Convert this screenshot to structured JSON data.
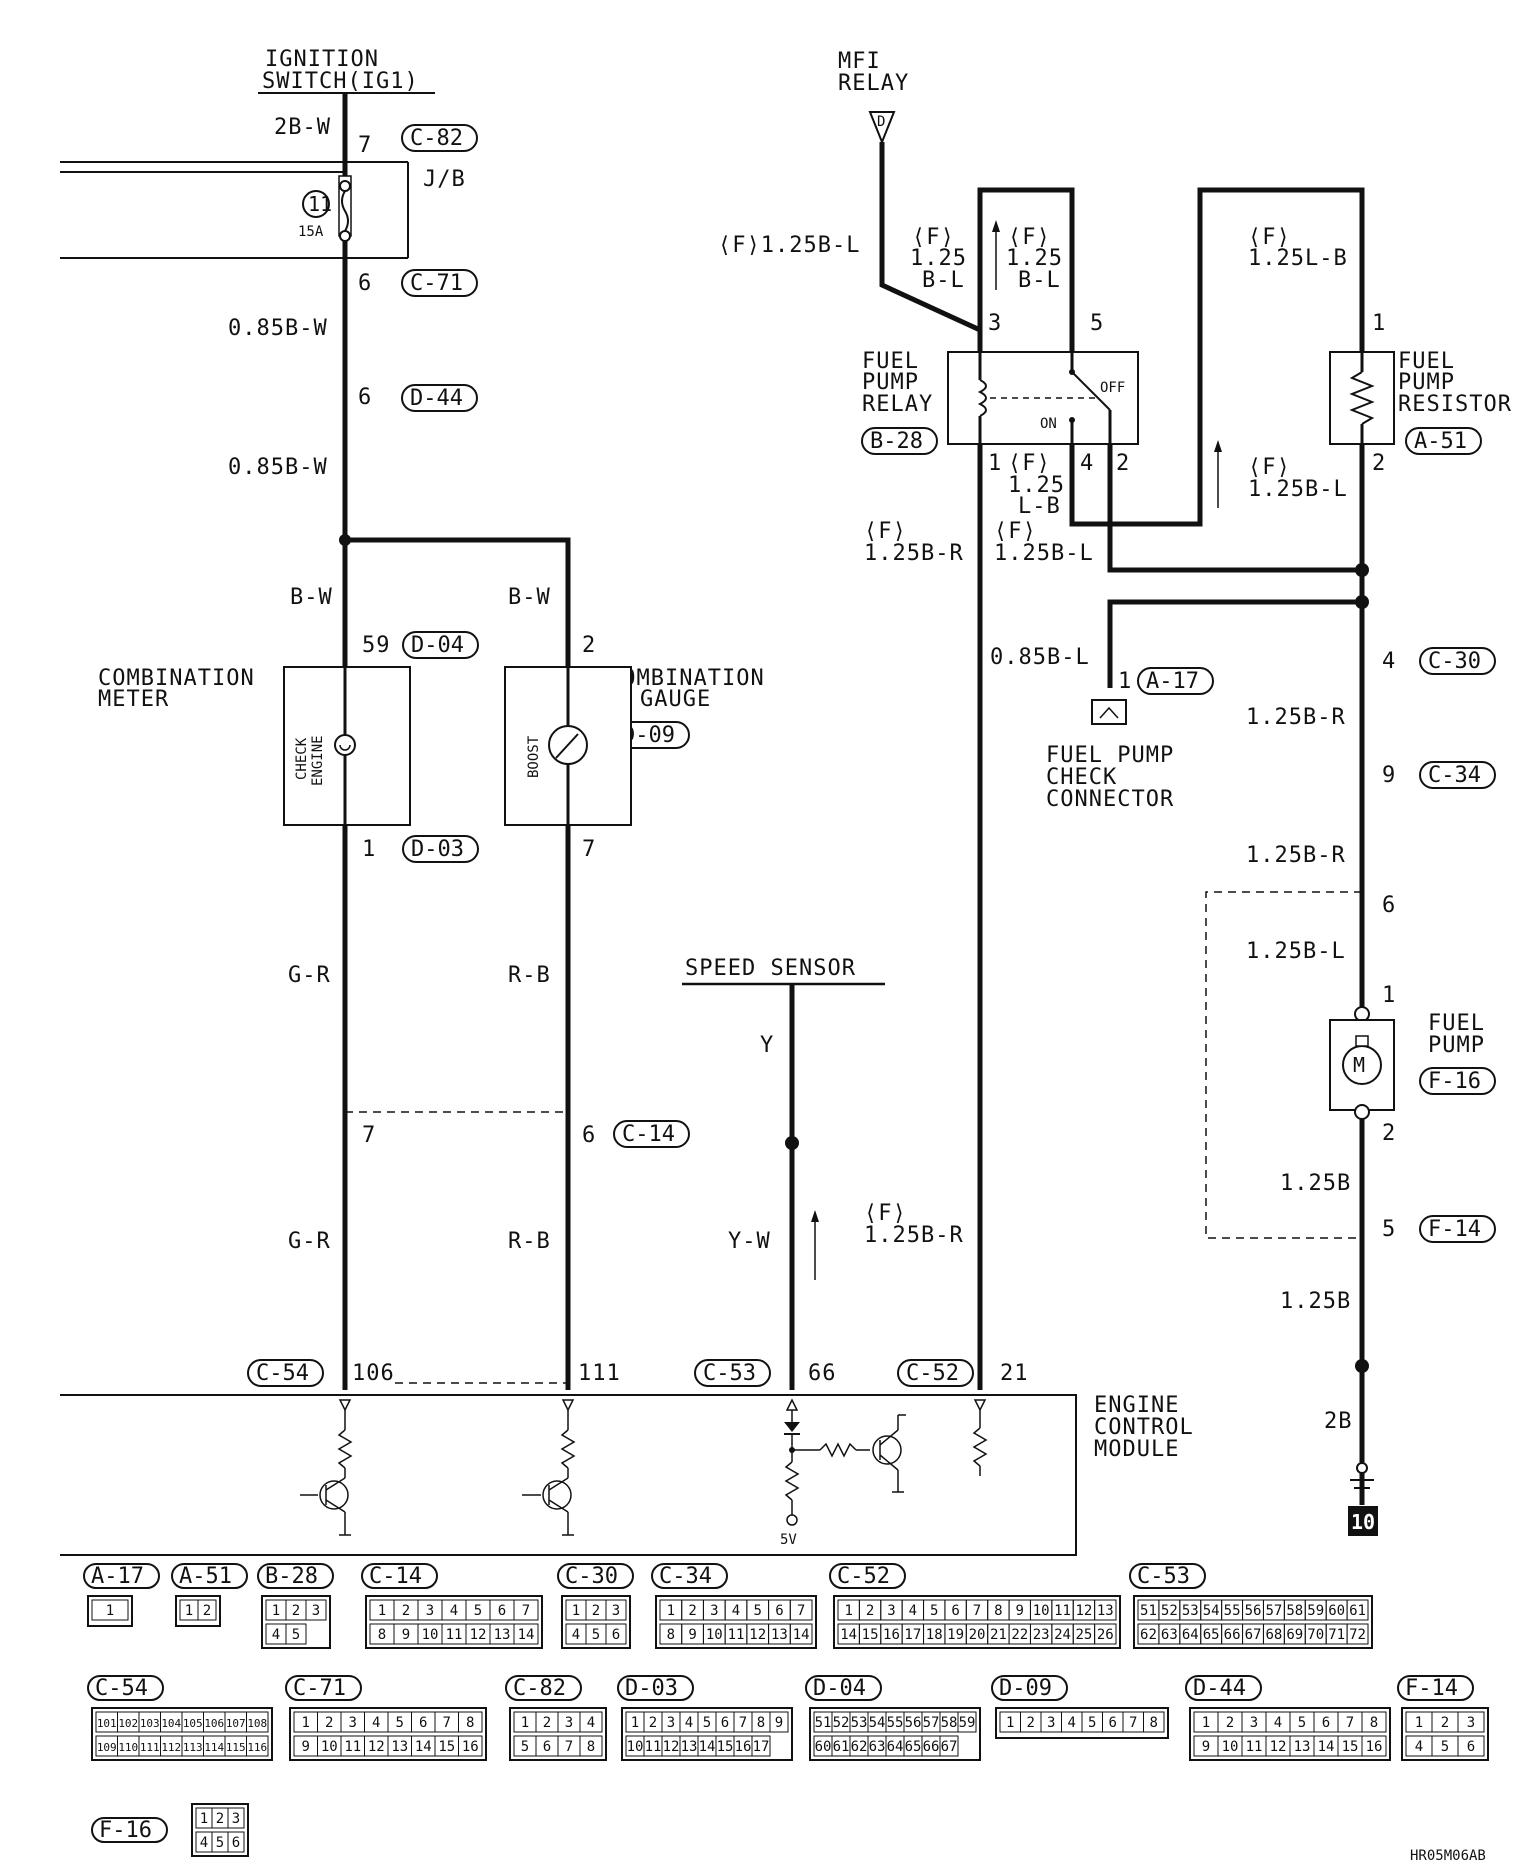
{
  "labels": {
    "ignition": "IGNITION",
    "switch_ig1": "SWITCH(IG1)",
    "jb": "J/B",
    "fuse_no": "11",
    "fuse_amp": "15A",
    "mfi": "MFI",
    "relay": "RELAY",
    "mfi_term": "D",
    "fuel": "FUEL",
    "pump": "PUMP",
    "relay_word": "RELAY",
    "resistor": "RESISTOR",
    "on": "ON",
    "off": "OFF",
    "combination": "COMBINATION",
    "meter": "METER",
    "gauge": "GAUGE",
    "check_engine_1": "CHECK",
    "check_engine_2": "ENGINE",
    "boost": "BOOST",
    "speed_sensor": "SPEED SENSOR",
    "fuel_pump_check_1": "FUEL PUMP",
    "fuel_pump_check_2": "CHECK",
    "fuel_pump_check_3": "CONNECTOR",
    "ecm_1": "ENGINE",
    "ecm_2": "CONTROL",
    "ecm_3": "MODULE",
    "motor": "M",
    "five_v": "5V",
    "ground_no": "10",
    "figure_code": "HR05M06AB"
  },
  "wires": {
    "w_2bw": "2B-W",
    "w_085bw_1": "0.85B-W",
    "w_085bw_2": "0.85B-W",
    "w_bw_1": "B-W",
    "w_bw_2": "B-W",
    "w_gr_1": "G-R",
    "w_gr_2": "G-R",
    "w_rb_1": "R-B",
    "w_rb_2": "R-B",
    "w_y": "Y",
    "w_yw": "Y-W",
    "w_f125bl": "⟨F⟩1.25B-L",
    "w_f125bl_a1": "⟨F⟩",
    "w_f125bl_a2": "1.25",
    "w_f125bl_a3": "B-L",
    "w_f125bl_b1": "⟨F⟩",
    "w_f125bl_b2": "1.25",
    "w_f125bl_b3": "B-L",
    "w_f125lb_1": "⟨F⟩",
    "w_f125lb_2": "1.25L-B",
    "w_f125lb2_1": "⟨F⟩",
    "w_f125lb2_2": "1.25",
    "w_f125lb2_3": "L-B",
    "w_f125bl_r1": "⟨F⟩",
    "w_f125bl_r2": "1.25B-L",
    "w_f125br_1": "⟨F⟩",
    "w_f125br_2": "1.25B-R",
    "w_f125bl_c1": "⟨F⟩",
    "w_f125bl_c2": "1.25B-L",
    "w_085bl": "0.85B-L",
    "w_125br_1": "1.25B-R",
    "w_125br_2": "1.25B-R",
    "w_125bl": "1.25B-L",
    "w_125b_1": "1.25B",
    "w_125b_2": "1.25B",
    "w_2b": "2B",
    "w_f125br_b1": "⟨F⟩",
    "w_f125br_b2": "1.25B-R"
  },
  "pins": {
    "p7": "7",
    "p6a": "6",
    "p6b": "6",
    "p59": "59",
    "p1a": "1",
    "p2a": "2",
    "p7b": "7",
    "p7c": "7",
    "p6c": "6",
    "p106": "106",
    "p111": "111",
    "p66": "66",
    "p21": "21",
    "p3": "3",
    "p5": "5",
    "p1b": "1",
    "p4": "4",
    "p2b": "2",
    "p1c": "1",
    "p2c": "2",
    "p1d": "1",
    "p4b": "4",
    "p9": "9",
    "p6d": "6",
    "p1e": "1",
    "p2d": "2",
    "p5b": "5"
  },
  "connectors": {
    "c82": "C-82",
    "c71": "C-71",
    "d44": "D-44",
    "d04": "D-04",
    "d09": "D-09",
    "d03": "D-03",
    "c14": "C-14",
    "c54": "C-54",
    "c53": "C-53",
    "c52": "C-52",
    "b28": "B-28",
    "a51": "A-51",
    "a17": "A-17",
    "c30": "C-30",
    "c34": "C-34",
    "f16": "F-16",
    "f14": "F-14"
  },
  "legend": {
    "row1": [
      {
        "id": "A-17",
        "cells": [
          "1"
        ]
      },
      {
        "id": "A-51",
        "cells": [
          "1",
          "2"
        ]
      },
      {
        "id": "B-28",
        "cells": [
          "1",
          "2",
          "3",
          "4",
          "5"
        ]
      },
      {
        "id": "C-14",
        "cells": [
          "1",
          "2",
          "3",
          "4",
          "5",
          "6",
          "7",
          "8",
          "9",
          "10",
          "11",
          "12",
          "13",
          "14"
        ]
      },
      {
        "id": "C-30",
        "cells": [
          "1",
          "2",
          "3",
          "4",
          "5",
          "6"
        ]
      },
      {
        "id": "C-34",
        "cells": [
          "1",
          "2",
          "3",
          "4",
          "5",
          "6",
          "7",
          "8",
          "9",
          "10",
          "11",
          "12",
          "13",
          "14"
        ]
      },
      {
        "id": "C-52",
        "cells": [
          "1",
          "2",
          "3",
          "4",
          "5",
          "6",
          "7",
          "8",
          "9",
          "10",
          "11",
          "12",
          "13",
          "14",
          "15",
          "16",
          "17",
          "18",
          "19",
          "20",
          "21",
          "22",
          "23",
          "24",
          "25",
          "26"
        ]
      },
      {
        "id": "C-53",
        "cells": [
          "51",
          "52",
          "53",
          "54",
          "55",
          "56",
          "57",
          "58",
          "59",
          "60",
          "61",
          "62",
          "63",
          "64",
          "65",
          "66",
          "67",
          "68",
          "69",
          "70",
          "71",
          "72"
        ]
      }
    ],
    "row2": [
      {
        "id": "C-54",
        "cells": [
          "101",
          "102",
          "103",
          "104",
          "105",
          "106",
          "107",
          "108",
          "109",
          "110",
          "111",
          "112",
          "113",
          "114",
          "115",
          "116"
        ]
      },
      {
        "id": "C-71",
        "cells": [
          "1",
          "2",
          "3",
          "4",
          "5",
          "6",
          "7",
          "8",
          "9",
          "10",
          "11",
          "12",
          "13",
          "14",
          "15",
          "16"
        ]
      },
      {
        "id": "C-82",
        "cells": [
          "1",
          "2",
          "3",
          "4",
          "5",
          "6",
          "7",
          "8"
        ]
      },
      {
        "id": "D-03",
        "cells": [
          "1",
          "2",
          "3",
          "4",
          "5",
          "6",
          "7",
          "8",
          "9",
          "10",
          "11",
          "12",
          "13",
          "14",
          "15",
          "16",
          "17"
        ]
      },
      {
        "id": "D-04",
        "cells": [
          "51",
          "52",
          "53",
          "54",
          "55",
          "56",
          "57",
          "58",
          "59",
          "60",
          "61",
          "62",
          "63",
          "64",
          "65",
          "66",
          "67"
        ]
      },
      {
        "id": "D-09",
        "cells": [
          "1",
          "2",
          "3",
          "4",
          "5",
          "6",
          "7",
          "8"
        ]
      },
      {
        "id": "D-44",
        "cells": [
          "1",
          "2",
          "3",
          "4",
          "5",
          "6",
          "7",
          "8",
          "9",
          "10",
          "11",
          "12",
          "13",
          "14",
          "15",
          "16"
        ]
      },
      {
        "id": "F-14",
        "cells": [
          "1",
          "2",
          "3",
          "4",
          "5",
          "6"
        ]
      }
    ],
    "row3": [
      {
        "id": "F-16",
        "cells": [
          "1",
          "2",
          "3",
          "4",
          "5",
          "6"
        ]
      }
    ]
  }
}
